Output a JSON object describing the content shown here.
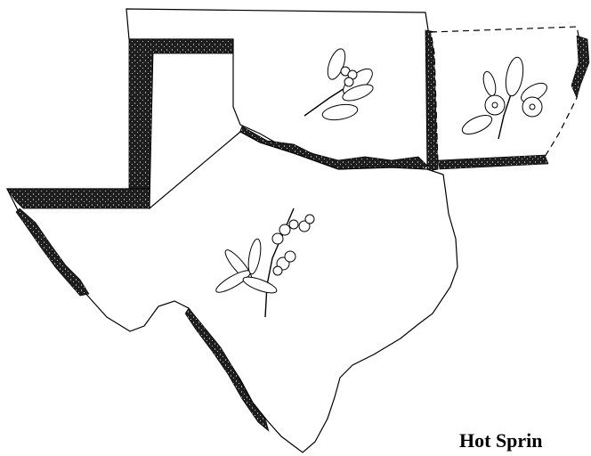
{
  "caption": "Hot Sprin",
  "colors": {
    "ink": "#000000",
    "paper": "#ffffff",
    "shading": "#2a2a2a"
  },
  "states": [
    {
      "id": "oklahoma",
      "flower_icon": "mistletoe-flower-icon"
    },
    {
      "id": "arkansas",
      "flower_icon": "apple-blossom-icon"
    },
    {
      "id": "texas",
      "flower_icon": "bluebonnet-flower-icon"
    }
  ]
}
